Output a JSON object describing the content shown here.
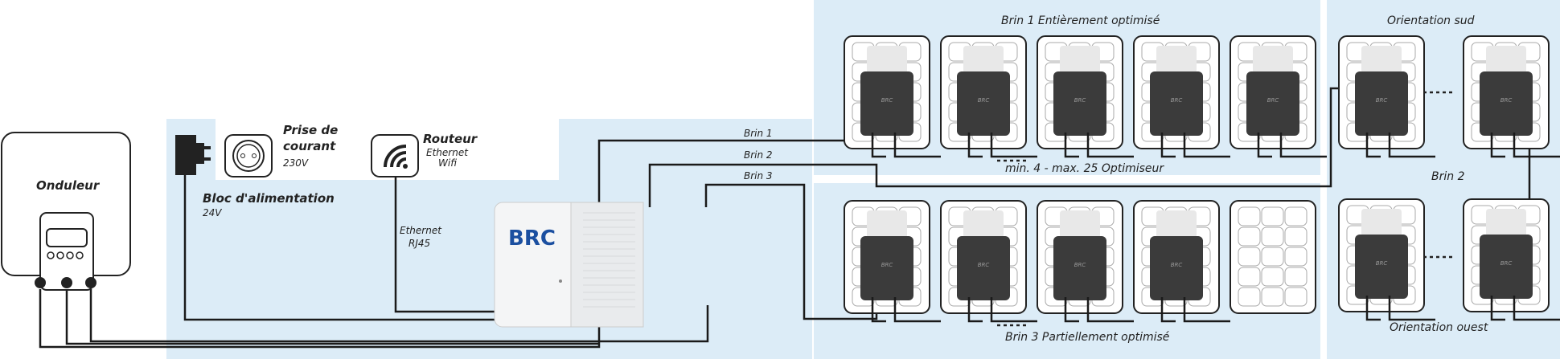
{
  "colors": {
    "zone": "#dcecf7",
    "wire": "#1a1a1a",
    "brand": "#1b4fa0"
  },
  "inverter": {
    "label": "Onduleur"
  },
  "socket": {
    "title_line1": "Prise de",
    "title_line2": "courant",
    "voltage": "230V"
  },
  "router": {
    "title": "Routeur",
    "sub1": "Ethernet",
    "sub2": "Wifi"
  },
  "power_supply": {
    "title": "Bloc d'alimentation",
    "voltage": "24V"
  },
  "ethernet": {
    "line1": "Ethernet",
    "line2": "RJ45"
  },
  "controller": {
    "brand": "BRC"
  },
  "strings": {
    "brin1": "Brin 1",
    "brin2": "Brin 2",
    "brin3": "Brin 3"
  },
  "groups": {
    "top_title": "Brin 1 Entièrement optimisé",
    "middle_note": "min. 4 - max. 25 Optimiseur",
    "bottom_title": "Brin 3 Partiellement optimisé",
    "right_top": "Orientation sud",
    "right_mid": "Brin 2",
    "right_bottom": "Orientation ouest"
  },
  "optimizer": {
    "brand": "BRC"
  }
}
